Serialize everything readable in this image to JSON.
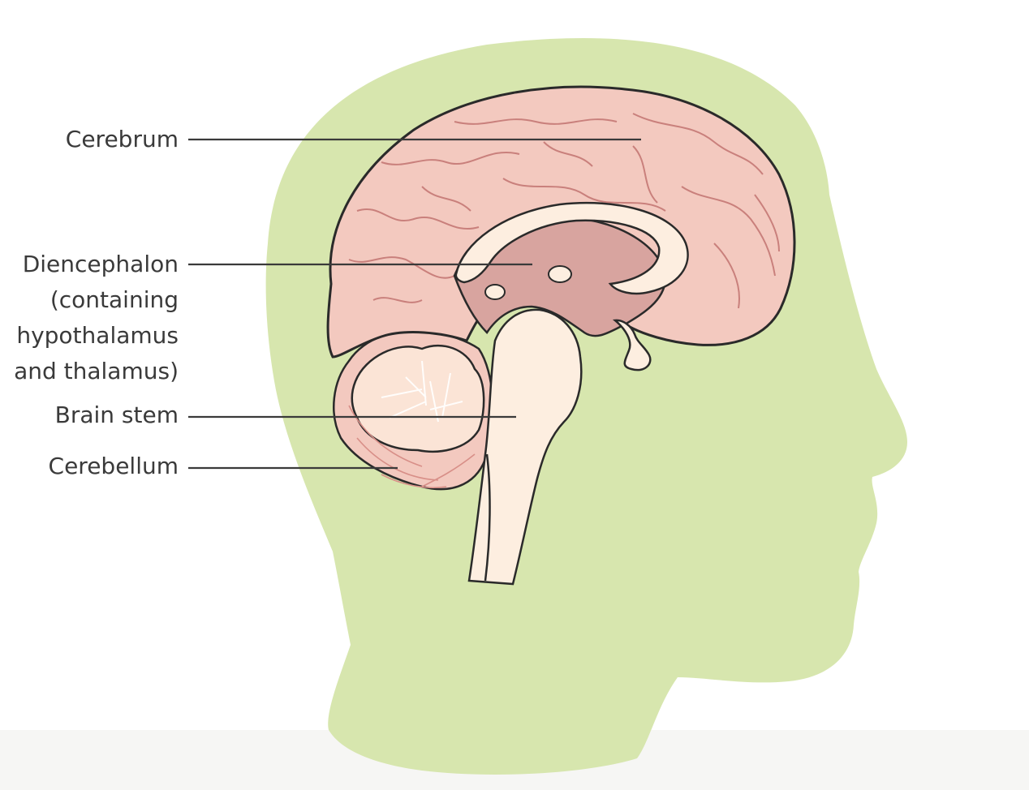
{
  "diagram": {
    "colors": {
      "head": "#d7e6ae",
      "brain": "#f3c9bf",
      "brain_deep": "#d8a49f",
      "brain_line": "#2a2a2a",
      "gyri": "#c9807c",
      "stem": "#fdeee0",
      "leader": "#3a3a3a"
    },
    "labels": {
      "cerebrum": "Cerebrum",
      "diencephalon": [
        "Diencephalon",
        "(containing",
        "hypothalamus",
        "and thalamus)"
      ],
      "brain_stem": "Brain stem",
      "cerebellum": "Cerebellum"
    }
  }
}
